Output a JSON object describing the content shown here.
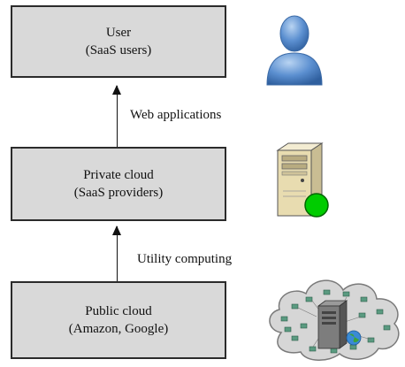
{
  "nodes": [
    {
      "id": "user",
      "title": "User",
      "subtitle": "(SaaS users)",
      "icon": "user-icon"
    },
    {
      "id": "private",
      "title": "Private cloud",
      "subtitle": "(SaaS providers)",
      "icon": "server-icon"
    },
    {
      "id": "public",
      "title": "Public cloud",
      "subtitle": "(Amazon, Google)",
      "icon": "cloud-datacenter-icon"
    }
  ],
  "edges": [
    {
      "from": "private",
      "to": "user",
      "label": "Web applications"
    },
    {
      "from": "public",
      "to": "private",
      "label": "Utility computing"
    }
  ],
  "colors": {
    "box_fill": "#d9d9d9",
    "box_border": "#2b2b2b",
    "user_blue": "#5b8fd0",
    "server_beige": "#e8dcb0",
    "status_green": "#00cc00",
    "cloud_gray": "#d6d6d6"
  }
}
